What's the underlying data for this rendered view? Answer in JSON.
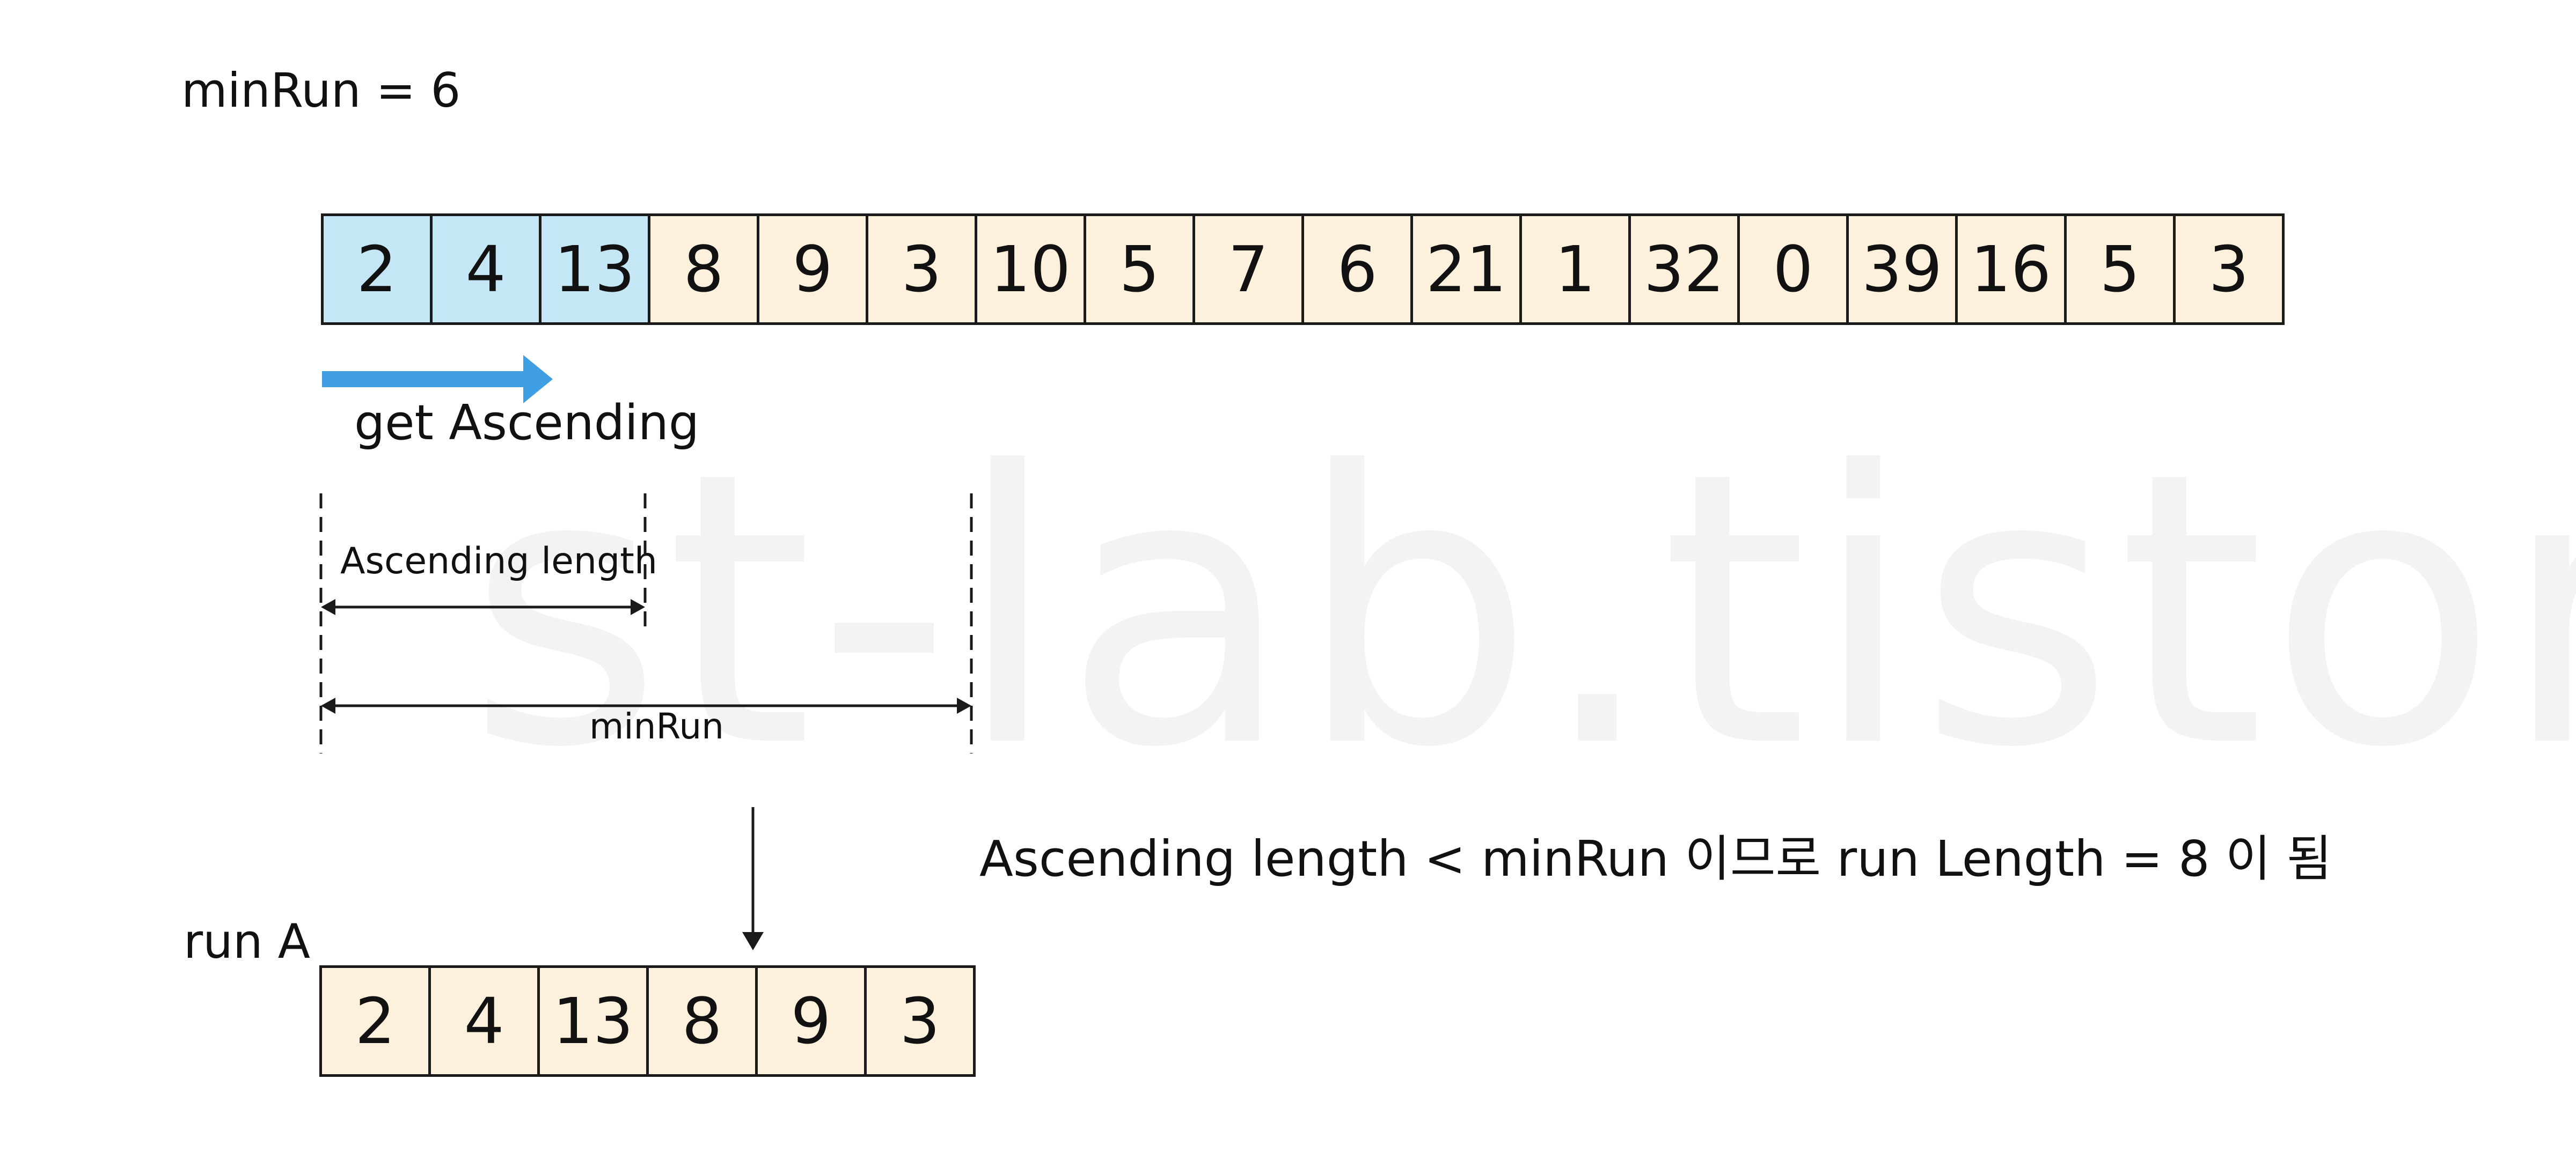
{
  "watermark": "st-lab.tistory",
  "header": {
    "min_run_label": "minRun = 6"
  },
  "main_array": {
    "values": [
      "2",
      "4",
      "13",
      "8",
      "9",
      "3",
      "10",
      "5",
      "7",
      "6",
      "21",
      "1",
      "32",
      "0",
      "39",
      "16",
      "5",
      "3"
    ],
    "highlight_count": 3
  },
  "ascending_arrow": {
    "label": "get Ascending"
  },
  "measure": {
    "ascending_length_label": "Ascending length",
    "min_run_label": "minRun"
  },
  "explanation": "Ascending length < minRun 이므로 run Length = 8 이 됨",
  "run": {
    "title": "run A",
    "values": [
      "2",
      "4",
      "13",
      "8",
      "9",
      "3"
    ]
  },
  "colors": {
    "highlight": "#c4e6f5",
    "cell": "#fdf0dd",
    "arrow": "#3f9fe2",
    "border": "#1a1a1a"
  }
}
